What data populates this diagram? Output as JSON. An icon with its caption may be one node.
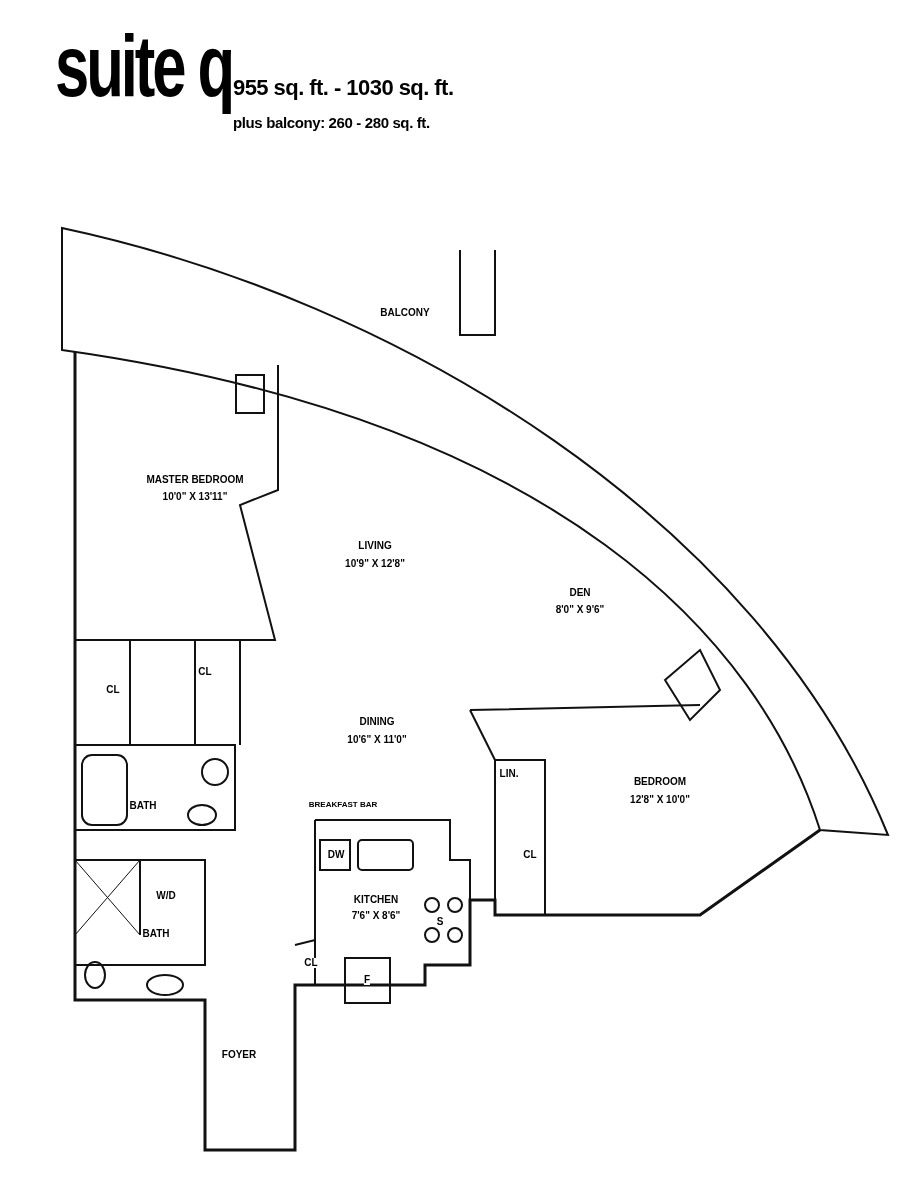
{
  "diagram": {
    "title": "suite q",
    "labels": [
      "955 sq. ft. - 1030 sq. ft.",
      "plus balcony: 260 - 280 sq. ft.",
      "BALCONY",
      "MASTER BEDROOM",
      "10'0\" X 13'11\"",
      "LIVING",
      "10'9\" X 12'8\"",
      "DEN",
      "8'0\" X 9'6\"",
      "CL",
      "CL",
      "DINING",
      "10'6\" X 11'0\"",
      "BEDROOM",
      "12'8\" X 10'0\"",
      "BATH",
      "BREAKFAST BAR",
      "LIN.",
      "DW",
      "CL",
      "W/D",
      "KITCHEN",
      "7'6\" X 8'6\"",
      "S",
      "BATH",
      "CL",
      "F",
      "FOYER"
    ]
  }
}
